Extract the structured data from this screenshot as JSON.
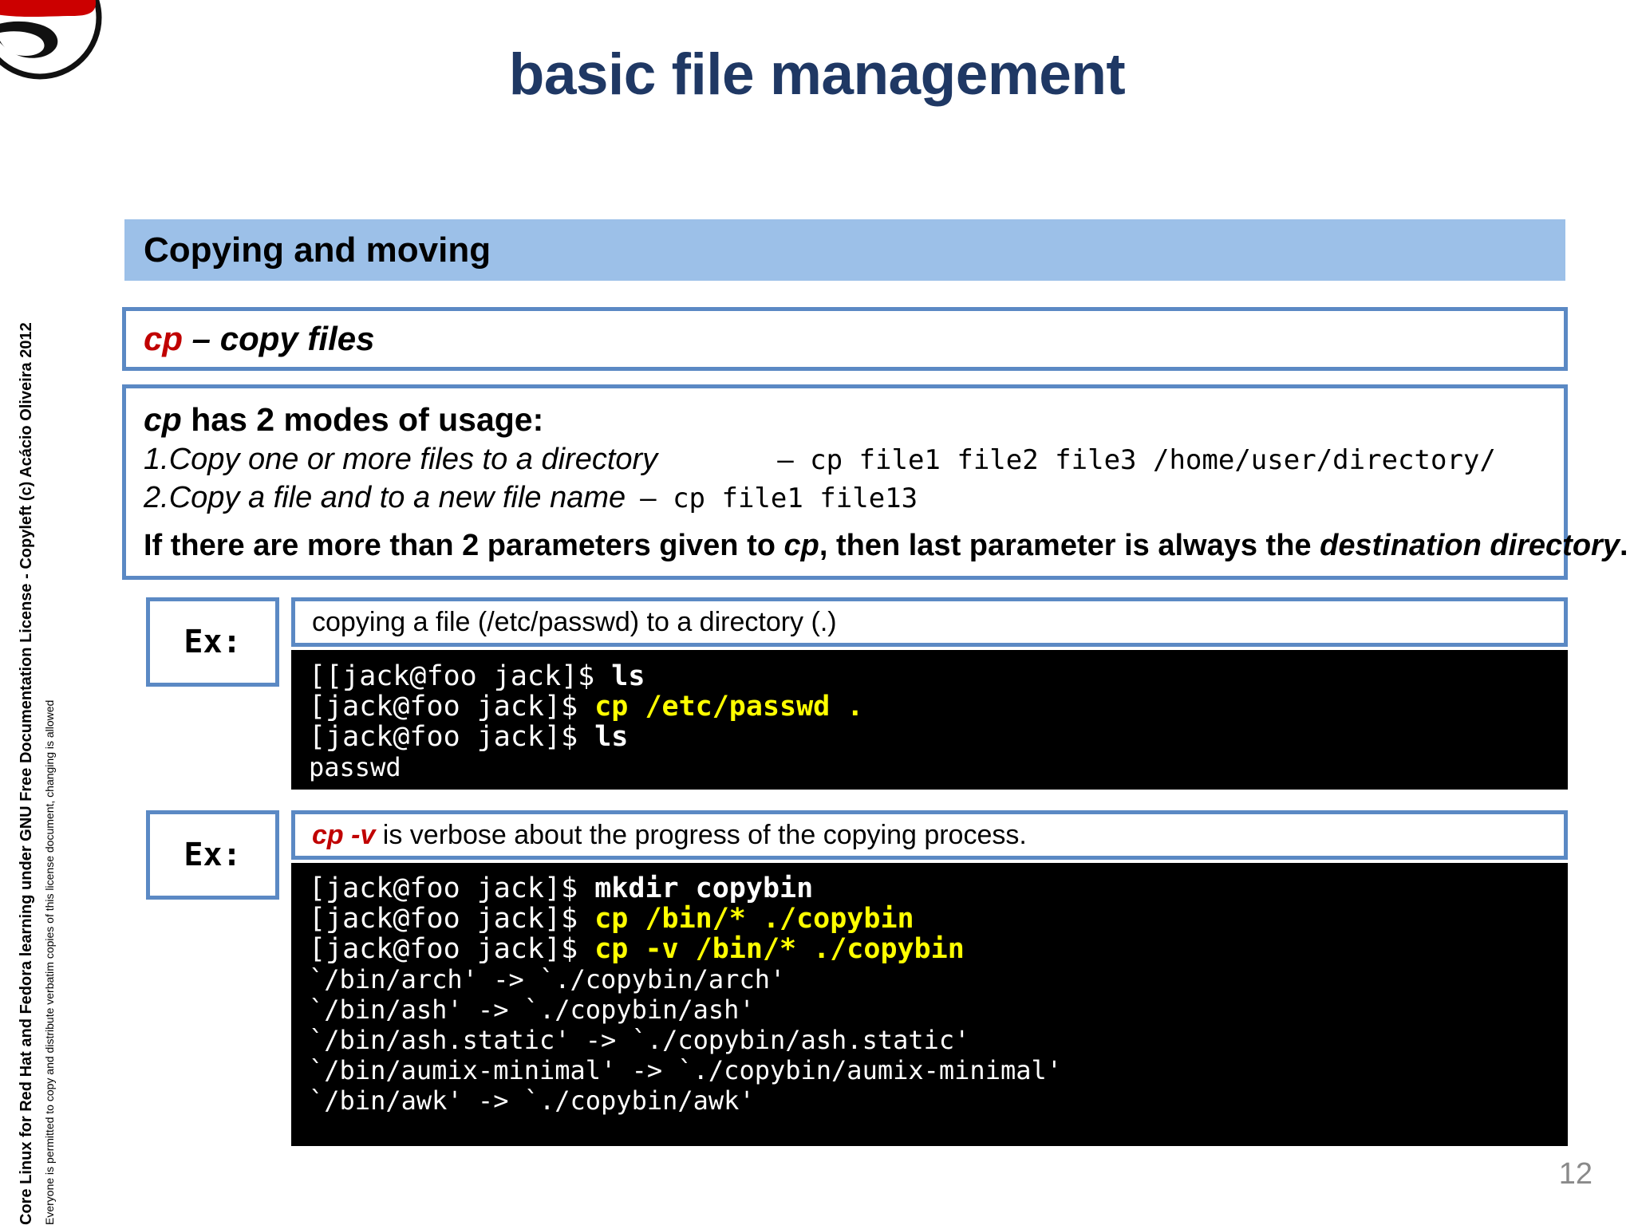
{
  "slide": {
    "title": "basic file management",
    "page_number": "12",
    "logo": "redhat-shadowman-logo"
  },
  "section": {
    "header": "Copying and moving",
    "header_bg": "#9CC0E8"
  },
  "colors": {
    "title_navy": "#1F3864",
    "box_border_blue": "#5B89C4",
    "accent_red": "#C00000",
    "terminal_bg": "#000000",
    "terminal_fg": "#FFFFFF",
    "terminal_cmd_yellow": "#FFFF00",
    "page_number_gray": "#8A8A8A"
  },
  "cp_title": {
    "command": "cp",
    "dash_and_desc": " – copy files"
  },
  "cp_modes": {
    "heading_cmd": "cp",
    "heading_rest": " has 2 modes of usage:",
    "items": [
      {
        "text": "1.Copy one or more files to a directory",
        "example": "–  cp file1 file2 file3 /home/user/directory/"
      },
      {
        "text": "2.Copy a file and to a new file name",
        "example": "–  cp file1 file13"
      }
    ],
    "note_part1": "If there are more than 2 parameters given to ",
    "note_cmd": "cp",
    "note_part2": ", then last parameter is always the ",
    "note_emphasis": "destination directory",
    "note_part3": "."
  },
  "examples": [
    {
      "label": "Ex:",
      "caption_plain": "copying a file (/etc/passwd) to a directory (.)",
      "caption_cmd": "",
      "caption_rest": "",
      "terminal_lines": [
        {
          "prompt": "[[jack@foo jack]$ ",
          "command": "ls",
          "command_color": "white",
          "type": "command"
        },
        {
          "prompt": "[jack@foo jack]$ ",
          "command": "cp /etc/passwd .",
          "command_color": "yellow",
          "type": "command"
        },
        {
          "prompt": "[jack@foo jack]$ ",
          "command": "ls",
          "command_color": "white",
          "type": "command"
        },
        {
          "prompt": "",
          "command": "passwd",
          "command_color": "output",
          "type": "output"
        }
      ]
    },
    {
      "label": "Ex:",
      "caption_plain": "",
      "caption_cmd": "cp -v",
      "caption_rest": " is verbose about the progress of the copying process.",
      "terminal_lines": [
        {
          "prompt": "[jack@foo jack]$ ",
          "command": "mkdir copybin",
          "command_color": "white",
          "type": "command"
        },
        {
          "prompt": "[jack@foo jack]$ ",
          "command": "cp /bin/* ./copybin",
          "command_color": "yellow",
          "type": "command"
        },
        {
          "prompt": "[jack@foo jack]$ ",
          "command": "cp -v /bin/* ./copybin",
          "command_color": "yellow",
          "type": "command"
        },
        {
          "prompt": "",
          "command": "`/bin/arch' -> `./copybin/arch'",
          "command_color": "output",
          "type": "output"
        },
        {
          "prompt": "",
          "command": "`/bin/ash' -> `./copybin/ash'",
          "command_color": "output",
          "type": "output"
        },
        {
          "prompt": "",
          "command": "`/bin/ash.static' -> `./copybin/ash.static'",
          "command_color": "output",
          "type": "output"
        },
        {
          "prompt": "",
          "command": "`/bin/aumix-minimal' -> `./copybin/aumix-minimal'",
          "command_color": "output",
          "type": "output"
        },
        {
          "prompt": "",
          "command": "`/bin/awk' -> `./copybin/awk'",
          "command_color": "output",
          "type": "output"
        }
      ]
    }
  ],
  "sidebar": {
    "line_main": "Core Linux for Red Hat and Fedora learning under GNU Free Documentation License  -  Copyleft (c) Acácio Oliveira 2012",
    "line_sub": "Everyone is permitted to copy and distribute verbatim copies of this license document, changing is allowed"
  }
}
